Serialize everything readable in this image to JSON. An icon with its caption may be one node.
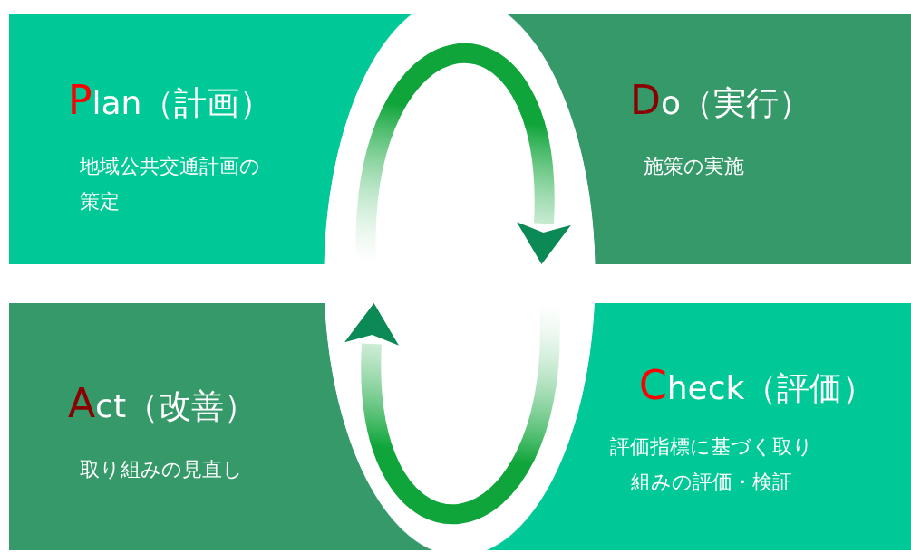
{
  "diagram": {
    "nodes": [
      {
        "text": [
          "Plan（計画）",
          "地域公共交通計画の策定"
        ]
      },
      {
        "text": [
          "Do（実行）",
          "施策の実施"
        ]
      },
      {
        "text": [
          "Act（改善）",
          "取り組みの見直し"
        ]
      },
      {
        "text": [
          "Check（評価）",
          "評価指標に基づく取り組みの評価・検証"
        ]
      }
    ],
    "edges": [
      {
        "from": 0,
        "to": 1,
        "arrow": "to"
      },
      {
        "from": 3,
        "to": 2,
        "arrow": "to"
      }
    ]
  }
}
